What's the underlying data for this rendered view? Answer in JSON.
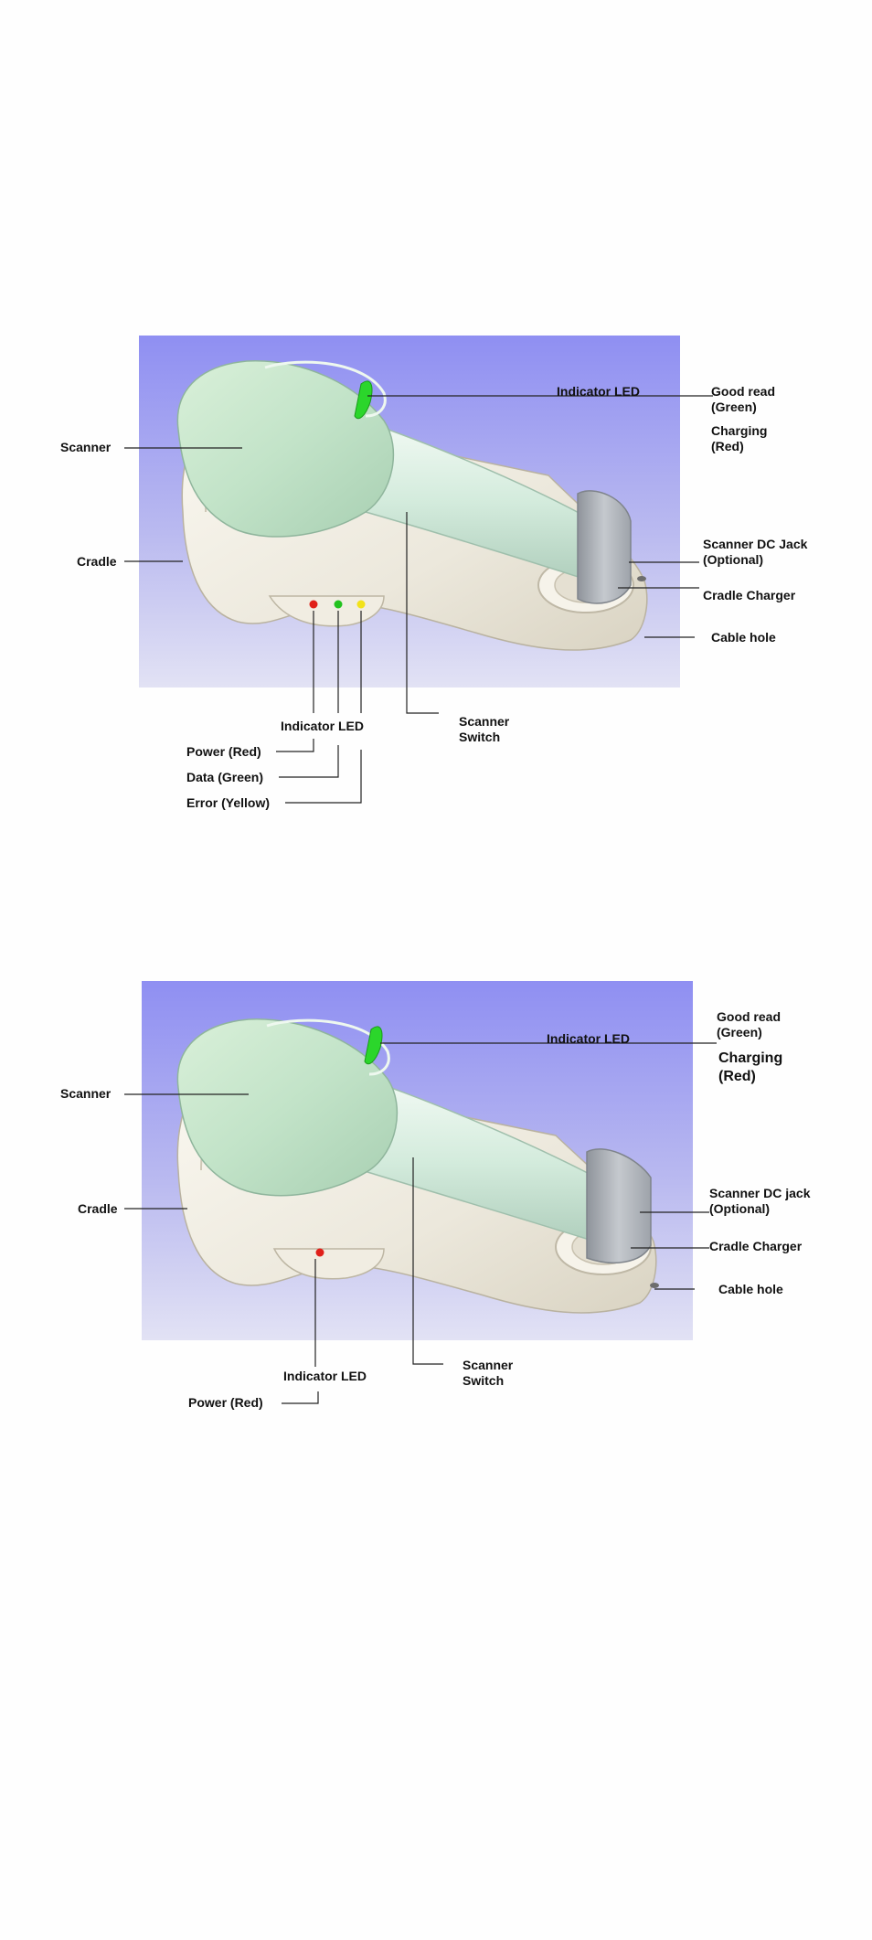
{
  "diagram1": {
    "labels": {
      "indicator_led_top": "Indicator LED",
      "good_read": "Good read\n(Green)",
      "charging": "Charging\n(Red)",
      "scanner": "Scanner",
      "cradle": "Cradle",
      "scanner_dc_jack": "Scanner DC Jack\n(Optional)",
      "cradle_charger": "Cradle Charger",
      "cable_hole": "Cable hole",
      "indicator_led_bottom": "Indicator LED",
      "scanner_switch": "Scanner\nSwitch",
      "power_red": "Power (Red)",
      "data_green": "Data (Green)",
      "error_yellow": "Error (Yellow)"
    },
    "colors": {
      "led_power": "#e0201a",
      "led_data": "#22c21e",
      "led_error": "#f2e21a",
      "led_scanner": "#2bd62b"
    }
  },
  "diagram2": {
    "labels": {
      "good_read": "Good read\n(Green)",
      "indicator_led_top": "Indicator LED",
      "charging": "Charging\n(Red)",
      "scanner": "Scanner",
      "cradle": "Cradle",
      "scanner_dc_jack": "Scanner DC jack\n(Optional)",
      "cradle_charger": "Cradle Charger",
      "cable_hole": "Cable hole",
      "indicator_led_bottom": "Indicator LED",
      "scanner_switch": "Scanner\nSwitch",
      "power_red": "Power (Red)"
    },
    "colors": {
      "led_power": "#e0201a",
      "led_scanner": "#2bd62b"
    }
  }
}
